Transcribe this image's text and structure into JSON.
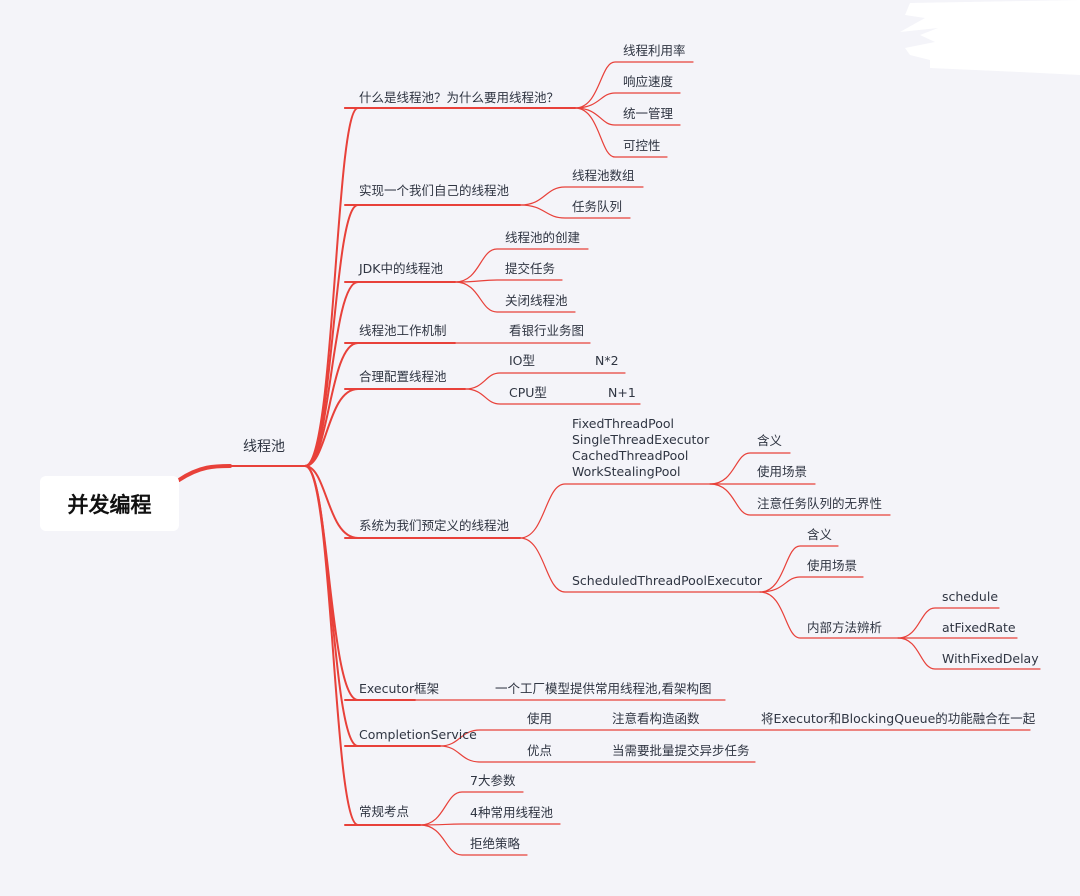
{
  "map": {
    "root": "并发编程",
    "level1": "线程池",
    "branches": [
      {
        "label": "什么是线程池？为什么要用线程池？",
        "children": [
          "线程利用率",
          "响应速度",
          "统一管理",
          "可控性"
        ]
      },
      {
        "label": "实现一个我们自己的线程池",
        "children": [
          "线程池数组",
          "任务队列"
        ]
      },
      {
        "label": "JDK中的线程池",
        "children": [
          "线程池的创建",
          "提交任务",
          "关闭线程池"
        ]
      },
      {
        "label": "线程池工作机制",
        "children": [
          "看银行业务图"
        ]
      },
      {
        "label": "合理配置线程池",
        "children": [
          {
            "label": "IO型",
            "value": "N*2"
          },
          {
            "label": "CPU型",
            "value": "N+1"
          }
        ]
      },
      {
        "label": "系统为我们预定义的线程池",
        "children": [
          {
            "label": "FixedThreadPool\nSingleThreadExecutor\nCachedThreadPool\nWorkStealingPool",
            "lines": [
              "FixedThreadPool",
              "SingleThreadExecutor",
              "CachedThreadPool",
              "WorkStealingPool"
            ],
            "children": [
              "含义",
              "使用场景",
              "注意任务队列的无界性"
            ]
          },
          {
            "label": "ScheduledThreadPoolExecutor",
            "children": [
              "含义",
              "使用场景",
              {
                "label": "内部方法辨析",
                "children": [
                  "schedule",
                  "atFixedRate",
                  "WithFixedDelay"
                ]
              }
            ]
          }
        ]
      },
      {
        "label": "Executor框架",
        "children": [
          "一个工厂模型提供常用线程池,看架构图"
        ]
      },
      {
        "label": "CompletionService",
        "children": [
          {
            "label": "使用",
            "children": [
              {
                "label": "注意看构造函数",
                "children": [
                  "将Executor和BlockingQueue的功能融合在一起"
                ]
              }
            ]
          },
          {
            "label": "优点",
            "children": [
              "当需要批量提交异步任务"
            ]
          }
        ]
      },
      {
        "label": "常规考点",
        "children": [
          "7大参数",
          "4种常用线程池",
          "拒绝策略"
        ]
      }
    ]
  },
  "colors": {
    "background": "#f4f4f9",
    "link": "#e8413a",
    "text": "#2f3542",
    "root_fill": "#ffffff",
    "root_text": "#111111"
  }
}
